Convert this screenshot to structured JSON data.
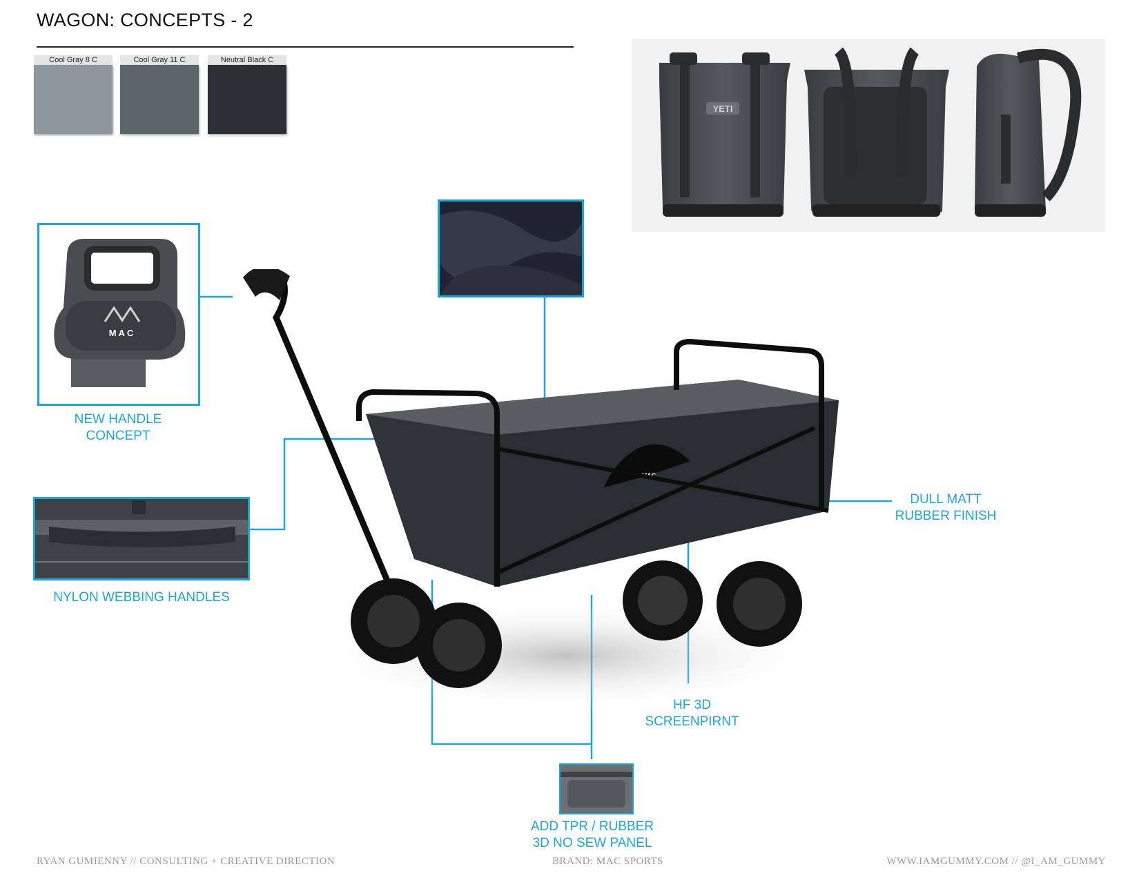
{
  "page": {
    "title": "WAGON: CONCEPTS - 2"
  },
  "swatches": [
    {
      "label": "Cool Gray 8 C",
      "color": "#8c979e"
    },
    {
      "label": "Cool Gray 11 C",
      "color": "#5a6469"
    },
    {
      "label": "Neutral Black C",
      "color": "#2b3034"
    }
  ],
  "callouts": {
    "handle": "NEW HANDLE\nCONCEPT",
    "webbing": "NYLON WEBBING HANDLES",
    "finish": "DULL MATT\nRUBBER FINISH",
    "screenprint": "HF 3D\nSCREENPIRNT",
    "panel": "ADD TPR / RUBBER\n3D NO SEW PANEL"
  },
  "logo": {
    "text": "MAC"
  },
  "reference_brand": {
    "text": "YETI"
  },
  "footer": {
    "left": "RYAN GUMIENNY // CONSULTING + CREATIVE DIRECTION",
    "center": "BRAND: MAC SPORTS",
    "right": "WWW.IAMGUMMY.COM // @I_AM_GUMMY"
  },
  "colors": {
    "accent": "#1aa6d8",
    "wagon_fabric": "#2f3337",
    "frame": "#0d0d0d"
  }
}
